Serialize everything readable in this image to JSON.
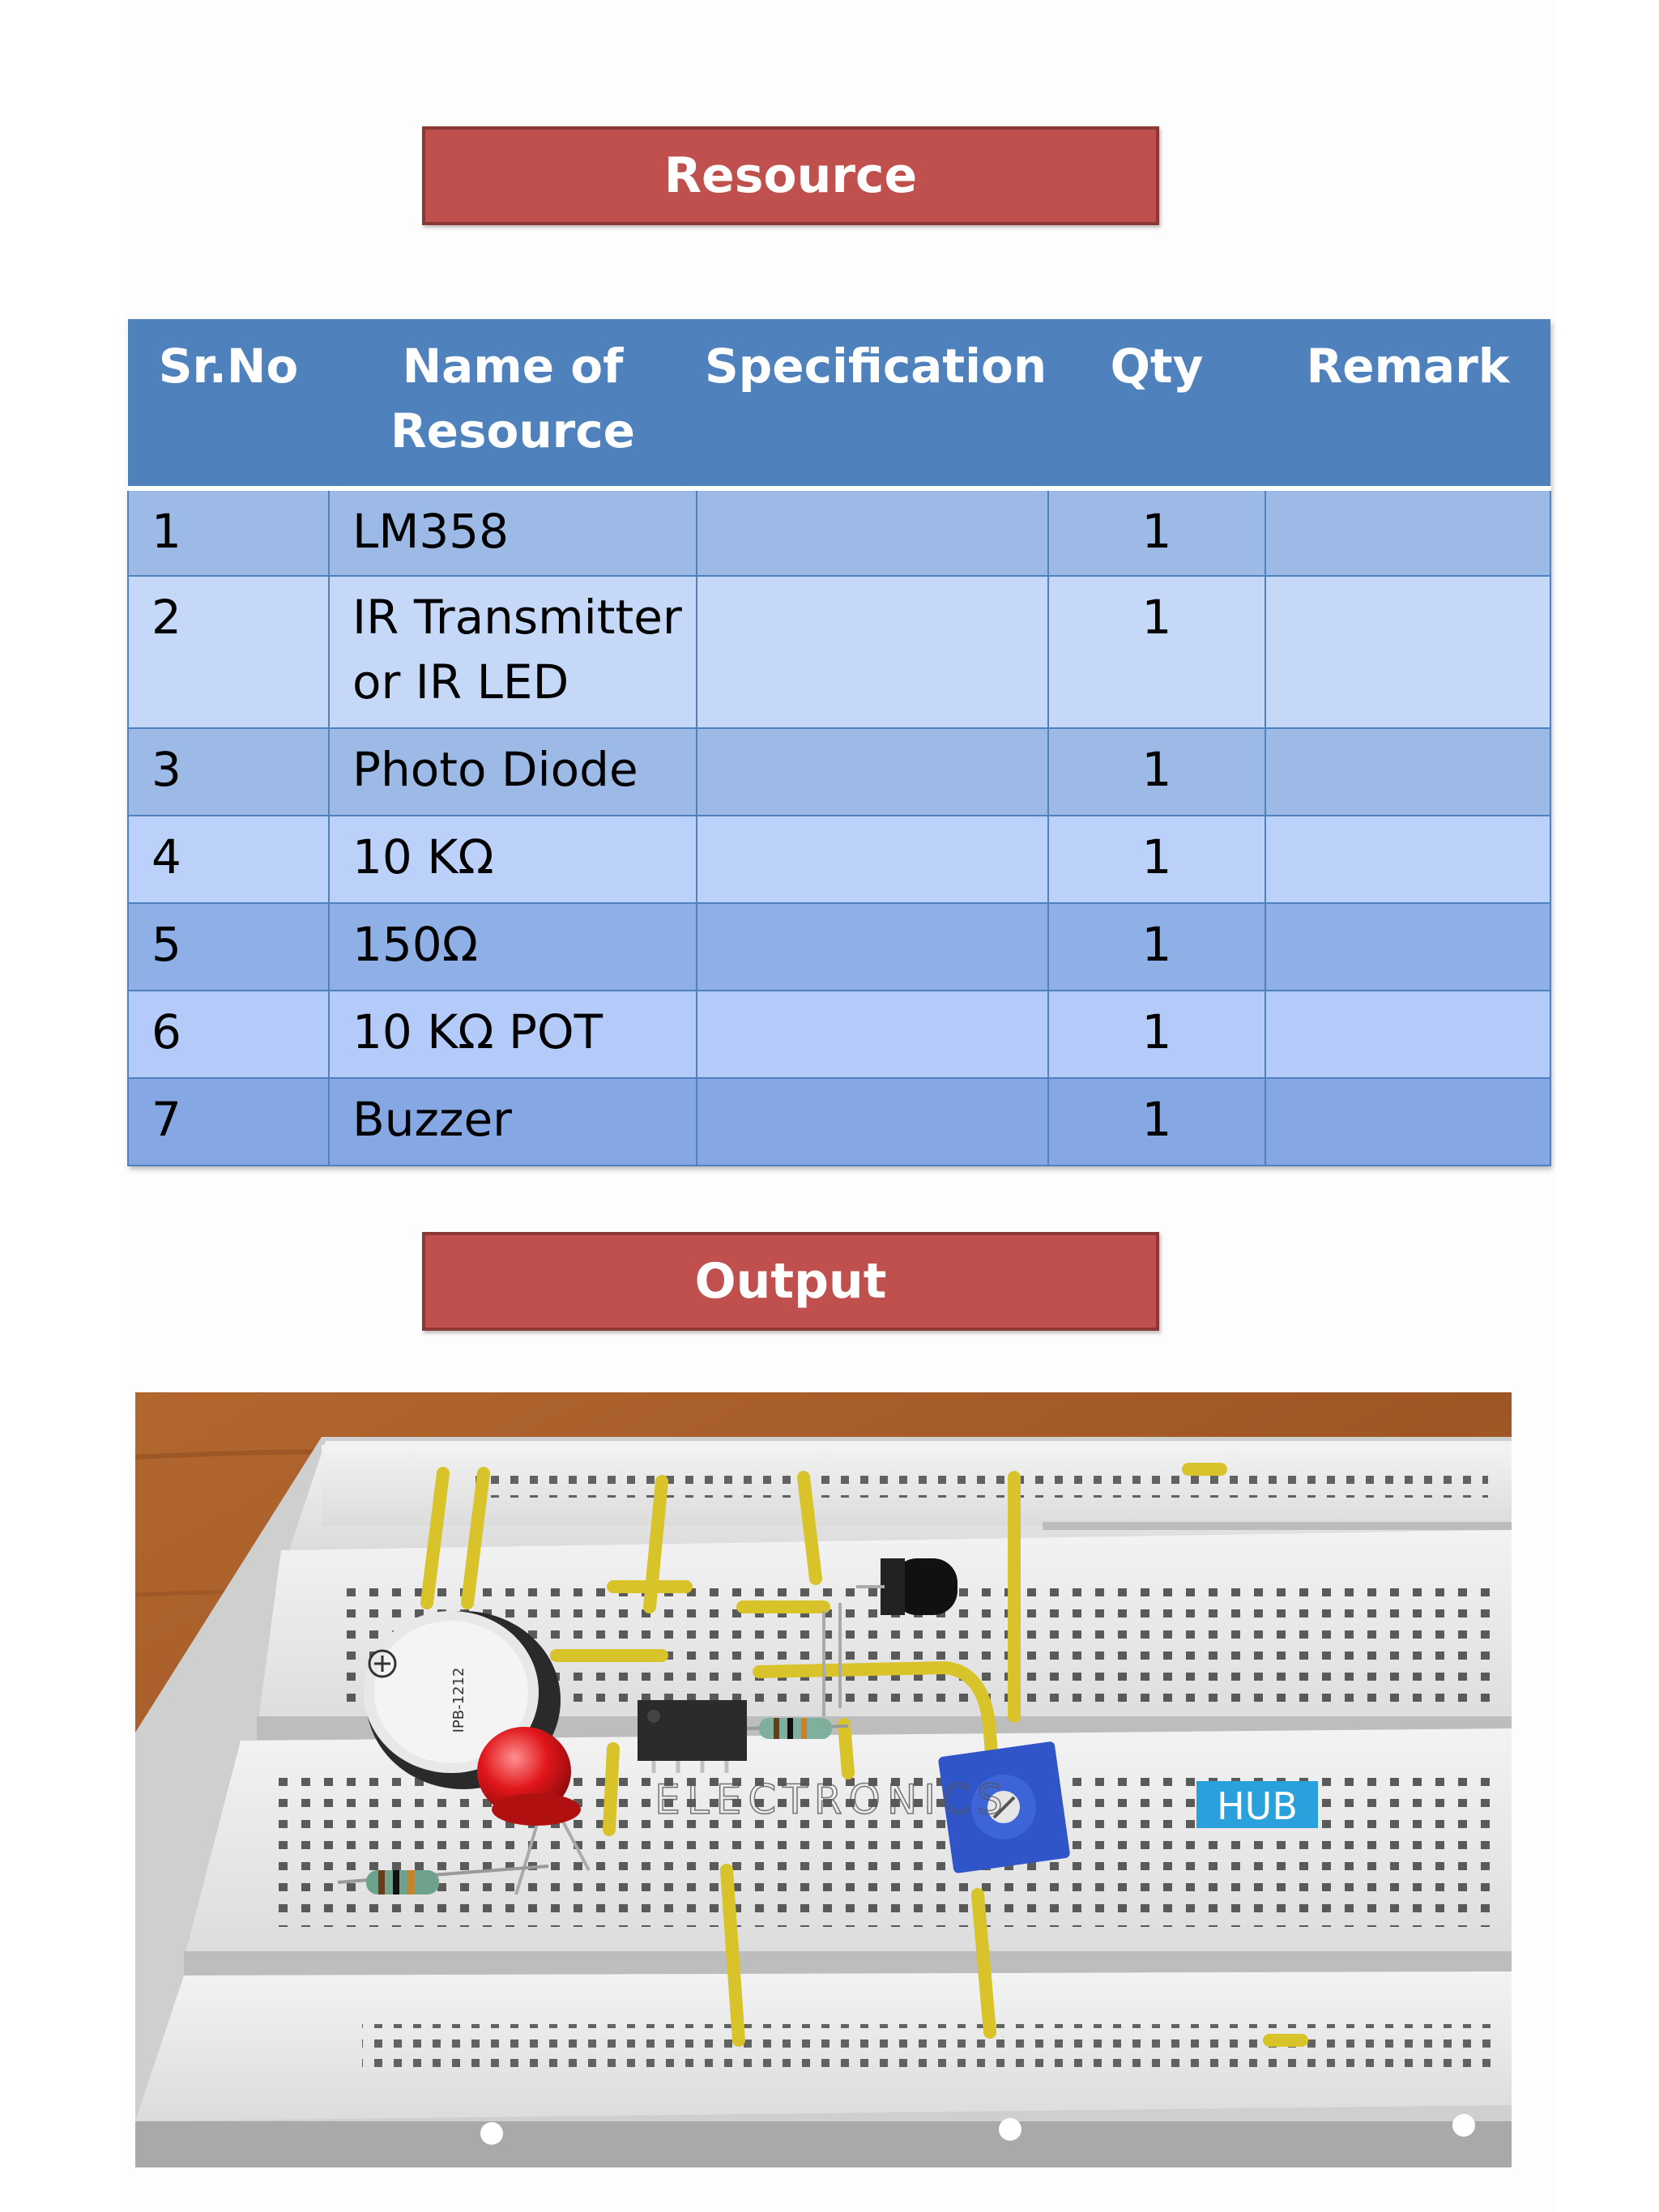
{
  "sections": {
    "resource_title": "Resource",
    "output_title": "Output"
  },
  "table": {
    "headers": [
      "Sr.No",
      "Name of Resource",
      "Specification",
      "Qty",
      "Remark"
    ],
    "rows": [
      {
        "sr": "1",
        "name": "LM358",
        "spec": "",
        "qty": "1",
        "remark": ""
      },
      {
        "sr": "2",
        "name": "IR Transmitter or IR LED",
        "spec": "",
        "qty": "1",
        "remark": ""
      },
      {
        "sr": "3",
        "name": "Photo Diode",
        "spec": "",
        "qty": "1",
        "remark": ""
      },
      {
        "sr": "4",
        "name": "10 KΩ",
        "spec": "",
        "qty": "1",
        "remark": ""
      },
      {
        "sr": "5",
        "name": "150Ω",
        "spec": "",
        "qty": "1",
        "remark": ""
      },
      {
        "sr": "6",
        "name": "10 KΩ POT",
        "spec": "",
        "qty": "1",
        "remark": ""
      },
      {
        "sr": "7",
        "name": "Buzzer",
        "spec": "",
        "qty": "1",
        "remark": ""
      }
    ]
  },
  "photo": {
    "buzzer_marking": "IPB-1212",
    "watermark_text": "ELECTRONICS",
    "watermark_badge": "HUB"
  },
  "colors": {
    "banner": "#c0504d",
    "table_header": "#4f81bd",
    "row_odd": "#9dbae6",
    "row_even": "#c6d8f8"
  }
}
